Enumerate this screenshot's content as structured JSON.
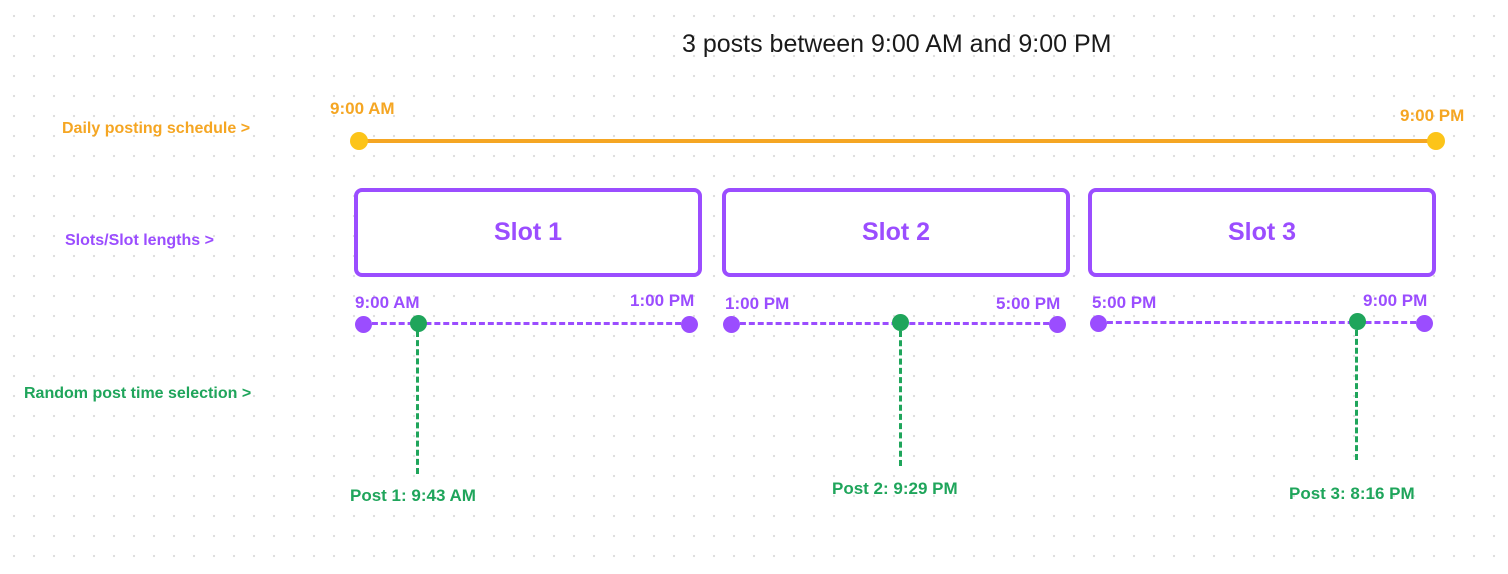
{
  "title": "3 posts between 9:00 AM and 9:00 PM",
  "colors": {
    "schedule": "#f5a623",
    "slot": "#9b4dff",
    "post": "#1fa55b"
  },
  "rows": {
    "schedule": "Daily posting schedule >",
    "slots": "Slots/Slot lengths >",
    "posts": "Random post time selection >"
  },
  "schedule": {
    "start": "9:00 AM",
    "end": "9:00 PM"
  },
  "slots": [
    {
      "label": "Slot 1",
      "start": "9:00 AM",
      "end": "1:00 PM"
    },
    {
      "label": "Slot 2",
      "start": "1:00 PM",
      "end": "5:00 PM"
    },
    {
      "label": "Slot 3",
      "start": "5:00 PM",
      "end": "9:00 PM"
    }
  ],
  "posts": [
    {
      "label": "Post 1: 9:43 AM"
    },
    {
      "label": "Post 2: 9:29 PM"
    },
    {
      "label": "Post 3: 8:16 PM"
    }
  ]
}
